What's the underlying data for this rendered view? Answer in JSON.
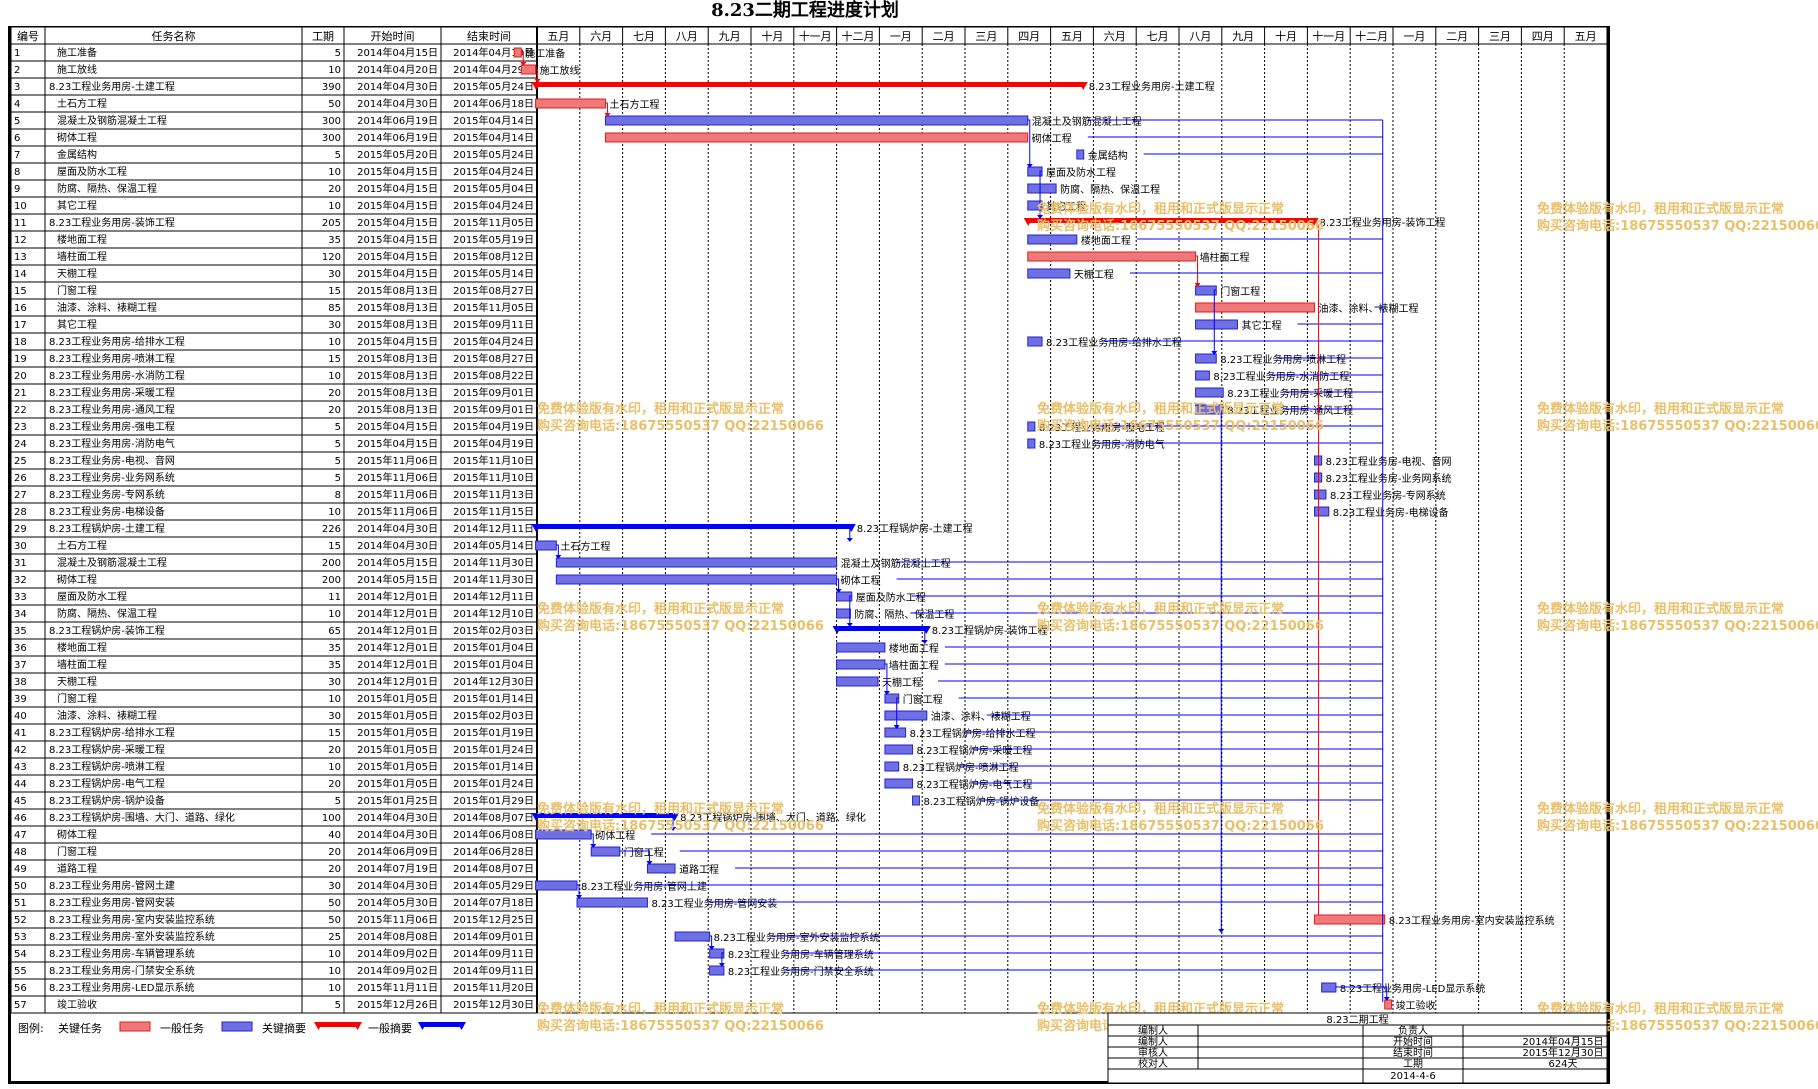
{
  "title": "8.23二期工程进度计划",
  "headers": {
    "id": "编号",
    "name": "任务名称",
    "dur": "工期",
    "start": "开始时间",
    "end": "结束时间"
  },
  "timeline_months": [
    "五月",
    "六月",
    "七月",
    "八月",
    "九月",
    "十月",
    "十一月",
    "十二月",
    "一月",
    "二月",
    "三月",
    "四月",
    "五月",
    "六月",
    "七月",
    "八月",
    "九月",
    "十月",
    "十一月",
    "十二月",
    "一月",
    "二月",
    "三月",
    "四月",
    "五月"
  ],
  "timeline_start": "2014-05-01",
  "chart_data": {
    "type": "table",
    "tasks": [
      {
        "id": "1",
        "name": "施工准备",
        "dur": "5",
        "start": "2014年04月15日",
        "end": "2014年04月19日",
        "kind": "general",
        "level": 1,
        "label": "施工准备"
      },
      {
        "id": "2",
        "name": "施工放线",
        "dur": "10",
        "start": "2014年04月20日",
        "end": "2014年04月29日",
        "kind": "general",
        "level": 1,
        "label": "施工放线"
      },
      {
        "id": "3",
        "name": "8.23工程业务用房-土建工程",
        "dur": "390",
        "start": "2014年04月30日",
        "end": "2015年05月24日",
        "kind": "key_summary",
        "level": 0,
        "label": "8.23工程业务用房-土建工程"
      },
      {
        "id": "4",
        "name": "土石方工程",
        "dur": "50",
        "start": "2014年04月30日",
        "end": "2014年06月18日",
        "kind": "general",
        "level": 1,
        "label": "土石方工程"
      },
      {
        "id": "5",
        "name": "混凝土及钢筋混凝土工程",
        "dur": "300",
        "start": "2014年06月19日",
        "end": "2015年04月14日",
        "kind": "key",
        "level": 1,
        "label": "混凝土及钢筋混凝土工程"
      },
      {
        "id": "6",
        "name": "砌体工程",
        "dur": "300",
        "start": "2014年06月19日",
        "end": "2015年04月14日",
        "kind": "general",
        "level": 1,
        "label": "砌体工程"
      },
      {
        "id": "7",
        "name": "金属结构",
        "dur": "5",
        "start": "2015年05月20日",
        "end": "2015年05月24日",
        "kind": "key",
        "level": 1,
        "label": "金属结构"
      },
      {
        "id": "8",
        "name": "屋面及防水工程",
        "dur": "10",
        "start": "2015年04月15日",
        "end": "2015年04月24日",
        "kind": "key",
        "level": 1,
        "label": "屋面及防水工程"
      },
      {
        "id": "9",
        "name": "防腐、隔热、保温工程",
        "dur": "20",
        "start": "2015年04月15日",
        "end": "2015年05月04日",
        "kind": "key",
        "level": 1,
        "label": "防腐、隔热、保温工程"
      },
      {
        "id": "10",
        "name": "其它工程",
        "dur": "10",
        "start": "2015年04月15日",
        "end": "2015年04月24日",
        "kind": "key",
        "level": 1,
        "label": "其它工程"
      },
      {
        "id": "11",
        "name": "8.23工程业务用房-装饰工程",
        "dur": "205",
        "start": "2015年04月15日",
        "end": "2015年11月05日",
        "kind": "key_summary",
        "level": 0,
        "label": "8.23工程业务用房-装饰工程"
      },
      {
        "id": "12",
        "name": "楼地面工程",
        "dur": "35",
        "start": "2015年04月15日",
        "end": "2015年05月19日",
        "kind": "key",
        "level": 1,
        "label": "楼地面工程"
      },
      {
        "id": "13",
        "name": "墙柱面工程",
        "dur": "120",
        "start": "2015年04月15日",
        "end": "2015年08月12日",
        "kind": "general",
        "level": 1,
        "label": "墙柱面工程"
      },
      {
        "id": "14",
        "name": "天棚工程",
        "dur": "30",
        "start": "2015年04月15日",
        "end": "2015年05月14日",
        "kind": "key",
        "level": 1,
        "label": "天棚工程"
      },
      {
        "id": "15",
        "name": "门窗工程",
        "dur": "15",
        "start": "2015年08月13日",
        "end": "2015年08月27日",
        "kind": "key",
        "level": 1,
        "label": "门窗工程"
      },
      {
        "id": "16",
        "name": "油漆、涂料、裱糊工程",
        "dur": "85",
        "start": "2015年08月13日",
        "end": "2015年11月05日",
        "kind": "general",
        "level": 1,
        "label": "油漆、涂料、裱糊工程"
      },
      {
        "id": "17",
        "name": "其它工程",
        "dur": "30",
        "start": "2015年08月13日",
        "end": "2015年09月11日",
        "kind": "key",
        "level": 1,
        "label": "其它工程"
      },
      {
        "id": "18",
        "name": "8.23工程业务用房-给排水工程",
        "dur": "10",
        "start": "2015年04月15日",
        "end": "2015年04月24日",
        "kind": "key",
        "level": 0,
        "label": "8.23工程业务用房-给排水工程"
      },
      {
        "id": "19",
        "name": "8.23工程业务用房-喷淋工程",
        "dur": "15",
        "start": "2015年08月13日",
        "end": "2015年08月27日",
        "kind": "key",
        "level": 0,
        "label": "8.23工程业务用房-喷淋工程"
      },
      {
        "id": "20",
        "name": "8.23工程业务用房-水消防工程",
        "dur": "10",
        "start": "2015年08月13日",
        "end": "2015年08月22日",
        "kind": "key",
        "level": 0,
        "label": "8.23工程业务用房-水消防工程"
      },
      {
        "id": "21",
        "name": "8.23工程业务用房-采暖工程",
        "dur": "20",
        "start": "2015年08月13日",
        "end": "2015年09月01日",
        "kind": "key",
        "level": 0,
        "label": "8.23工程业务用房-采暖工程"
      },
      {
        "id": "22",
        "name": "8.23工程业务用房-通风工程",
        "dur": "20",
        "start": "2015年08月13日",
        "end": "2015年09月01日",
        "kind": "key",
        "level": 0,
        "label": "8.23工程业务用房-通风工程"
      },
      {
        "id": "23",
        "name": "8.23工程业务用房-强电工程",
        "dur": "5",
        "start": "2015年04月15日",
        "end": "2015年04月19日",
        "kind": "key",
        "level": 0,
        "label": "8.23工程业务用房-强电工程"
      },
      {
        "id": "24",
        "name": "8.23工程业务用房-消防电气",
        "dur": "5",
        "start": "2015年04月15日",
        "end": "2015年04月19日",
        "kind": "key",
        "level": 0,
        "label": "8.23工程业务用房-消防电气"
      },
      {
        "id": "25",
        "name": "8.23工程业务房-电视、音网",
        "dur": "5",
        "start": "2015年11月06日",
        "end": "2015年11月10日",
        "kind": "key",
        "level": 0,
        "label": "8.23工程业务房-电视、音网"
      },
      {
        "id": "26",
        "name": "8.23工程业务房-业务网系统",
        "dur": "5",
        "start": "2015年11月06日",
        "end": "2015年11月10日",
        "kind": "key",
        "level": 0,
        "label": "8.23工程业务房-业务网系统"
      },
      {
        "id": "27",
        "name": "8.23工程业务房-专网系统",
        "dur": "8",
        "start": "2015年11月06日",
        "end": "2015年11月13日",
        "kind": "key",
        "level": 0,
        "label": "8.23工程业务房-专网系统"
      },
      {
        "id": "28",
        "name": "8.23工程业务房-电梯设备",
        "dur": "10",
        "start": "2015年11月06日",
        "end": "2015年11月15日",
        "kind": "key",
        "level": 0,
        "label": "8.23工程业务房-电梯设备"
      },
      {
        "id": "29",
        "name": "8.23工程锅炉房-土建工程",
        "dur": "226",
        "start": "2014年04月30日",
        "end": "2014年12月11日",
        "kind": "summary",
        "level": 0,
        "label": "8.23工程锅炉房-土建工程"
      },
      {
        "id": "30",
        "name": "土石方工程",
        "dur": "15",
        "start": "2014年04月30日",
        "end": "2014年05月14日",
        "kind": "key",
        "level": 1,
        "label": "土石方工程"
      },
      {
        "id": "31",
        "name": "混凝土及钢筋混凝土工程",
        "dur": "200",
        "start": "2014年05月15日",
        "end": "2014年11月30日",
        "kind": "key",
        "level": 1,
        "label": "混凝土及钢筋混凝土工程"
      },
      {
        "id": "32",
        "name": "砌体工程",
        "dur": "200",
        "start": "2014年05月15日",
        "end": "2014年11月30日",
        "kind": "key",
        "level": 1,
        "label": "砌体工程"
      },
      {
        "id": "33",
        "name": "屋面及防水工程",
        "dur": "11",
        "start": "2014年12月01日",
        "end": "2014年12月11日",
        "kind": "key",
        "level": 1,
        "label": "屋面及防水工程"
      },
      {
        "id": "34",
        "name": "防腐、隔热、保温工程",
        "dur": "10",
        "start": "2014年12月01日",
        "end": "2014年12月10日",
        "kind": "key",
        "level": 1,
        "label": "防腐、隔热、保温工程"
      },
      {
        "id": "35",
        "name": "8.23工程锅炉房-装饰工程",
        "dur": "65",
        "start": "2014年12月01日",
        "end": "2015年02月03日",
        "kind": "summary",
        "level": 0,
        "label": "8.23工程锅炉房-装饰工程"
      },
      {
        "id": "36",
        "name": "楼地面工程",
        "dur": "35",
        "start": "2014年12月01日",
        "end": "2015年01月04日",
        "kind": "key",
        "level": 1,
        "label": "楼地面工程"
      },
      {
        "id": "37",
        "name": "墙柱面工程",
        "dur": "35",
        "start": "2014年12月01日",
        "end": "2015年01月04日",
        "kind": "key",
        "level": 1,
        "label": "墙柱面工程"
      },
      {
        "id": "38",
        "name": "天棚工程",
        "dur": "30",
        "start": "2014年12月01日",
        "end": "2014年12月30日",
        "kind": "key",
        "level": 1,
        "label": "天棚工程"
      },
      {
        "id": "39",
        "name": "门窗工程",
        "dur": "10",
        "start": "2015年01月05日",
        "end": "2015年01月14日",
        "kind": "key",
        "level": 1,
        "label": "门窗工程"
      },
      {
        "id": "40",
        "name": "油漆、涂料、裱糊工程",
        "dur": "30",
        "start": "2015年01月05日",
        "end": "2015年02月03日",
        "kind": "key",
        "level": 1,
        "label": "油漆、涂料、裱糊工程"
      },
      {
        "id": "41",
        "name": "8.23工程锅炉房-给排水工程",
        "dur": "15",
        "start": "2015年01月05日",
        "end": "2015年01月19日",
        "kind": "key",
        "level": 0,
        "label": "8.23工程锅炉房-给排水工程"
      },
      {
        "id": "42",
        "name": "8.23工程锅炉房-采暖工程",
        "dur": "20",
        "start": "2015年01月05日",
        "end": "2015年01月24日",
        "kind": "key",
        "level": 0,
        "label": "8.23工程锅炉房-采暖工程"
      },
      {
        "id": "43",
        "name": "8.23工程锅炉房-喷淋工程",
        "dur": "10",
        "start": "2015年01月05日",
        "end": "2015年01月14日",
        "kind": "key",
        "level": 0,
        "label": "8.23工程锅炉房-喷淋工程"
      },
      {
        "id": "44",
        "name": "8.23工程锅炉房-电气工程",
        "dur": "20",
        "start": "2015年01月05日",
        "end": "2015年01月24日",
        "kind": "key",
        "level": 0,
        "label": "8.23工程锅炉房-电气工程"
      },
      {
        "id": "45",
        "name": "8.23工程锅炉房-锅炉设备",
        "dur": "5",
        "start": "2015年01月25日",
        "end": "2015年01月29日",
        "kind": "key",
        "level": 0,
        "label": "8.23工程锅炉房-锅炉设备"
      },
      {
        "id": "46",
        "name": "8.23工程锅炉房-围墙、大门、道路、绿化",
        "dur": "100",
        "start": "2014年04月30日",
        "end": "2014年08月07日",
        "kind": "summary",
        "level": 0,
        "label": "8.23工程锅炉房-围墙、大门、道路、绿化"
      },
      {
        "id": "47",
        "name": "砌体工程",
        "dur": "40",
        "start": "2014年04月30日",
        "end": "2014年06月08日",
        "kind": "key",
        "level": 1,
        "label": "砌体工程"
      },
      {
        "id": "48",
        "name": "门窗工程",
        "dur": "20",
        "start": "2014年06月09日",
        "end": "2014年06月28日",
        "kind": "key",
        "level": 1,
        "label": "门窗工程"
      },
      {
        "id": "49",
        "name": "道路工程",
        "dur": "20",
        "start": "2014年07月19日",
        "end": "2014年08月07日",
        "kind": "key",
        "level": 1,
        "label": "道路工程"
      },
      {
        "id": "50",
        "name": "8.23工程业务用房-管网土建",
        "dur": "30",
        "start": "2014年04月30日",
        "end": "2014年05月29日",
        "kind": "key",
        "level": 0,
        "label": "8.23工程业务用房-管网土建"
      },
      {
        "id": "51",
        "name": "8.23工程业务用房-管网安装",
        "dur": "50",
        "start": "2014年05月30日",
        "end": "2014年07月18日",
        "kind": "key",
        "level": 0,
        "label": "8.23工程业务用房-管网安装"
      },
      {
        "id": "52",
        "name": "8.23工程业务用房-室内安装监控系统",
        "dur": "50",
        "start": "2015年11月06日",
        "end": "2015年12月25日",
        "kind": "general",
        "level": 0,
        "label": "8.23工程业务用房-室内安装监控系统"
      },
      {
        "id": "53",
        "name": "8.23工程业务用房-室外安装监控系统",
        "dur": "25",
        "start": "2014年08月08日",
        "end": "2014年09月01日",
        "kind": "key",
        "level": 0,
        "label": "8.23工程业务用房-室外安装监控系统"
      },
      {
        "id": "54",
        "name": "8.23工程业务用房-车辆管理系统",
        "dur": "10",
        "start": "2014年09月02日",
        "end": "2014年09月11日",
        "kind": "key",
        "level": 0,
        "label": "8.23工程业务用房-车辆管理系统"
      },
      {
        "id": "55",
        "name": "8.23工程业务用房-门禁安全系统",
        "dur": "10",
        "start": "2014年09月02日",
        "end": "2014年09月11日",
        "kind": "key",
        "level": 0,
        "label": "8.23工程业务用房-门禁安全系统"
      },
      {
        "id": "56",
        "name": "8.23工程业务用房-LED显示系统",
        "dur": "10",
        "start": "2015年11月11日",
        "end": "2015年11月20日",
        "kind": "key",
        "level": 0,
        "label": "8.23工程业务用房-LED显示系统"
      },
      {
        "id": "57",
        "name": "竣工验收",
        "dur": "5",
        "start": "2015年12月26日",
        "end": "2015年12月30日",
        "kind": "general",
        "level": 1,
        "label": "竣工验收"
      }
    ]
  },
  "legend": {
    "title": "图例:",
    "key_task": "关键任务",
    "general_task": "一般任务",
    "key_summary_bar": "关键摘要",
    "key_summary": "关键摘要",
    "general_summary": "一般摘要"
  },
  "info": {
    "project": "8.23二期工程",
    "rows": [
      {
        "l": "编制人",
        "r": "负责人",
        "v": ""
      },
      {
        "l": "编制人",
        "r": "开始时间",
        "v": "2014年04月15日"
      },
      {
        "l": "审核人",
        "r": "结束时间",
        "v": "2015年12月30日"
      },
      {
        "l": "校对人",
        "r": "工期",
        "v": "624天"
      }
    ],
    "date": "2014-4-6"
  },
  "watermark": {
    "line1": "免费体验版有水印，租用和正式版显示正常",
    "line2": "购买咨询电话:18675550537 QQ:22150066"
  },
  "colors": {
    "key": "#6f6fe6",
    "key_stroke": "#2424c8",
    "general": "#f07878",
    "general_stroke": "#e11d1d",
    "red": "#ff0000",
    "blue": "#0000ff",
    "watermark": "#e8c06a"
  }
}
